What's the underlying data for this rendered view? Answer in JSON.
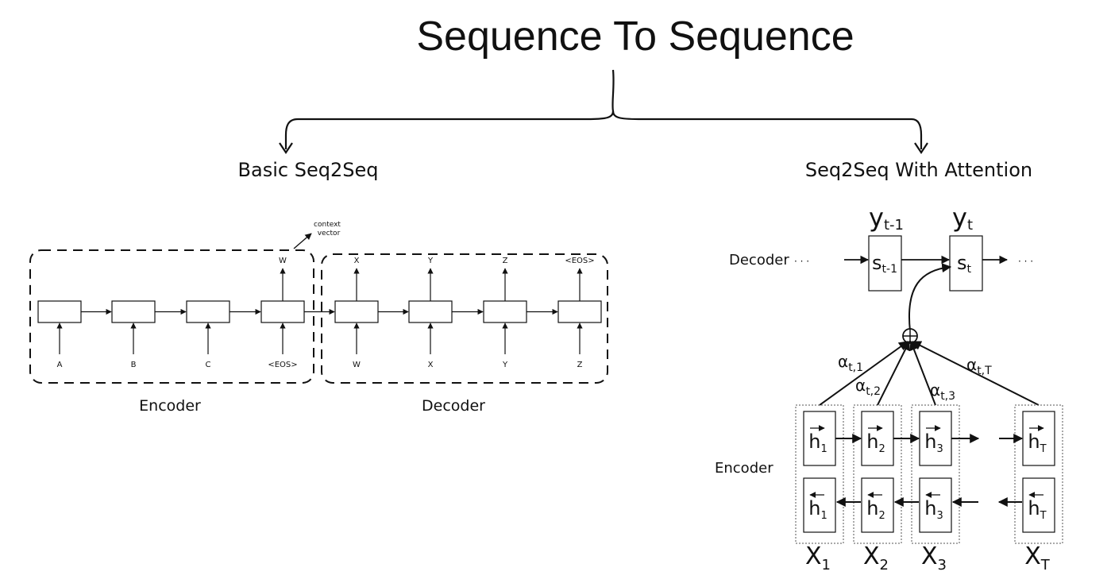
{
  "title": "Sequence To Sequence",
  "branches": {
    "left": "Basic Seq2Seq",
    "right": "Seq2Seq With Attention"
  },
  "basic": {
    "context_label_line1": "context",
    "context_label_line2": "vector",
    "encoder_inputs": [
      "A",
      "B",
      "C",
      "<EOS>"
    ],
    "encoder_outputs": [
      "W"
    ],
    "decoder_inputs": [
      "W",
      "X",
      "Y",
      "Z"
    ],
    "decoder_outputs": [
      "X",
      "Y",
      "Z",
      "<EOS>"
    ],
    "encoder_caption": "Encoder",
    "decoder_caption": "Decoder"
  },
  "attention": {
    "decoder_label": "Decoder",
    "encoder_label": "Encoder",
    "dots": "· · ·",
    "y_prev": {
      "base": "y",
      "sub": "t-1"
    },
    "y_t": {
      "base": "y",
      "sub": "t"
    },
    "s_prev": {
      "base": "s",
      "sub": "t-1"
    },
    "s_t": {
      "base": "s",
      "sub": "t"
    },
    "oplus": "⊕",
    "alphas": [
      {
        "base": "α",
        "sub": "t,1"
      },
      {
        "base": "α",
        "sub": "t,2"
      },
      {
        "base": "α",
        "sub": "t,3"
      },
      {
        "base": "α",
        "sub": "t,T"
      }
    ],
    "forward_h": [
      {
        "base": "h",
        "sub": "1"
      },
      {
        "base": "h",
        "sub": "2"
      },
      {
        "base": "h",
        "sub": "3"
      },
      {
        "base": "h",
        "sub": "T"
      }
    ],
    "backward_h": [
      {
        "base": "h",
        "sub": "1"
      },
      {
        "base": "h",
        "sub": "2"
      },
      {
        "base": "h",
        "sub": "3"
      },
      {
        "base": "h",
        "sub": "T"
      }
    ],
    "inputs": [
      {
        "base": "X",
        "sub": "1"
      },
      {
        "base": "X",
        "sub": "2"
      },
      {
        "base": "X",
        "sub": "3"
      },
      {
        "base": "X",
        "sub": "T"
      }
    ]
  }
}
